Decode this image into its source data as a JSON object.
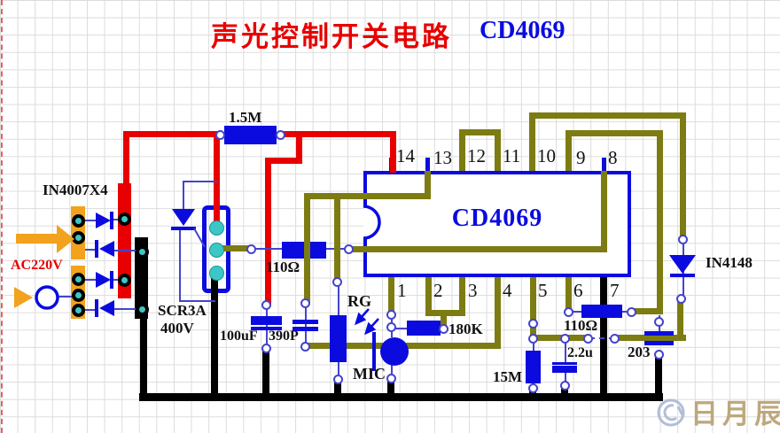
{
  "title": {
    "main": "声光控制开关电路",
    "chip": "CD4069"
  },
  "ic": {
    "label": "CD4069",
    "top_pins": [
      "14",
      "13",
      "12",
      "11",
      "10",
      "9",
      "8"
    ],
    "bottom_pins": [
      "1",
      "2",
      "3",
      "4",
      "5",
      "6",
      "7"
    ]
  },
  "labels": {
    "bridge": "IN4007X4",
    "ac_input": "AC220V",
    "scr_line1": "SCR3A",
    "scr_line2": "400V",
    "r_feedback": "1.5M",
    "r_gate": "110Ω",
    "c_filter": "100uF",
    "c_390p": "390P",
    "photoresistor": "RG",
    "microphone": "MIC",
    "r_mic": "180K",
    "r_timing": "15M",
    "c_22u": "2.2u",
    "r_out": "110Ω",
    "c_203": "203",
    "d_out": "IN4148"
  },
  "watermark": {
    "text": "日月辰"
  },
  "colors": {
    "wire_red": "#e80000",
    "component_blue": "#0b0bdf",
    "wire_olive": "#7c7c12",
    "wire_black": "#000000",
    "terminal_cyan": "#3ec6c6",
    "strip_orange": "#f2a21c"
  }
}
